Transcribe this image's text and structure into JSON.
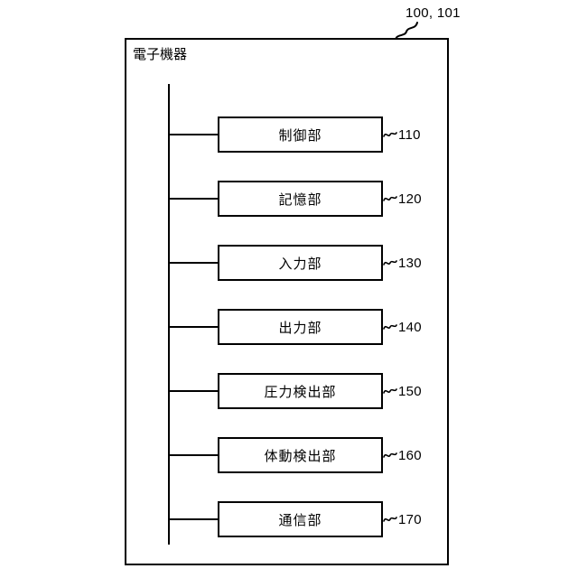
{
  "figure": {
    "top_reference": "100, 101",
    "device_title": "電子機器",
    "blocks": [
      {
        "label": "制御部",
        "ref": "110"
      },
      {
        "label": "記憶部",
        "ref": "120"
      },
      {
        "label": "入力部",
        "ref": "130"
      },
      {
        "label": "出力部",
        "ref": "140"
      },
      {
        "label": "圧力検出部",
        "ref": "150"
      },
      {
        "label": "体動検出部",
        "ref": "160"
      },
      {
        "label": "通信部",
        "ref": "170"
      }
    ],
    "colors": {
      "line": "#000000",
      "background": "#ffffff"
    }
  }
}
